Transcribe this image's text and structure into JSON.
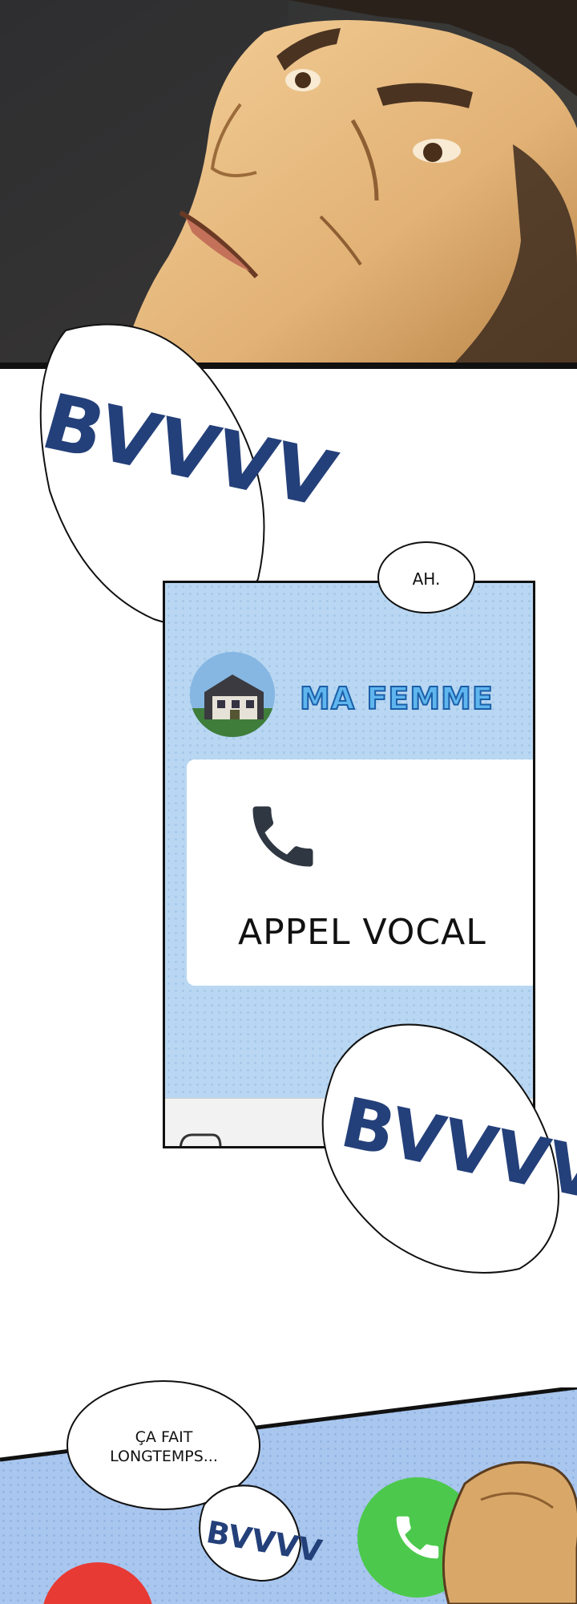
{
  "sfx": {
    "buzz_large_top": "BVVVV",
    "buzz_large_right": "BVVVV",
    "buzz_small_bottom": "BVVVV"
  },
  "dialogue": {
    "ah": "AH.",
    "long_time_line1": "ÇA FAIT",
    "long_time_line2": "LONGTEMPS..."
  },
  "phone": {
    "contact_name": "MA FEMME",
    "call_type_label": "APPEL VOCAL"
  },
  "colors": {
    "phone_bg": "#b9d7f2",
    "contact_name": "#5fb6ee",
    "sfx": "#24407a",
    "accept_button": "#4cc94c",
    "decline_button": "#e83a34"
  },
  "icons": {
    "call_icon": "phone-handset-icon",
    "accept_icon": "phone-handset-icon"
  }
}
